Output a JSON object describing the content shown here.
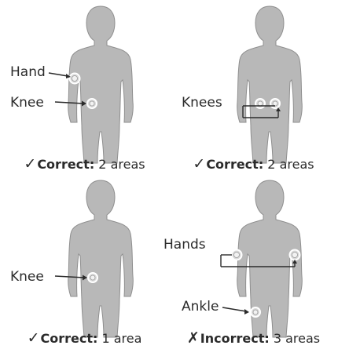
{
  "panels": [
    {
      "labels": [
        "Hand",
        "Knee"
      ],
      "caption": {
        "mark": "✓",
        "verdict": "Correct:",
        "count": " 2 areas"
      }
    },
    {
      "labels": [
        "Knees"
      ],
      "caption": {
        "mark": "✓",
        "verdict": "Correct:",
        "count": " 2 areas"
      }
    },
    {
      "labels": [
        "Knee"
      ],
      "caption": {
        "mark": "✓",
        "verdict": "Correct:",
        "count": " 1 area"
      }
    },
    {
      "labels": [
        "Hands",
        "Ankle"
      ],
      "caption": {
        "mark": "✗",
        "verdict": "Incorrect:",
        "count": " 3 areas"
      }
    }
  ],
  "colors": {
    "body_fill": "#b8b8b8",
    "body_stroke": "#8f8f8f",
    "marker_fill": "#d9d9d9",
    "marker_ring": "#ffffff",
    "text": "#2b2b2b"
  }
}
